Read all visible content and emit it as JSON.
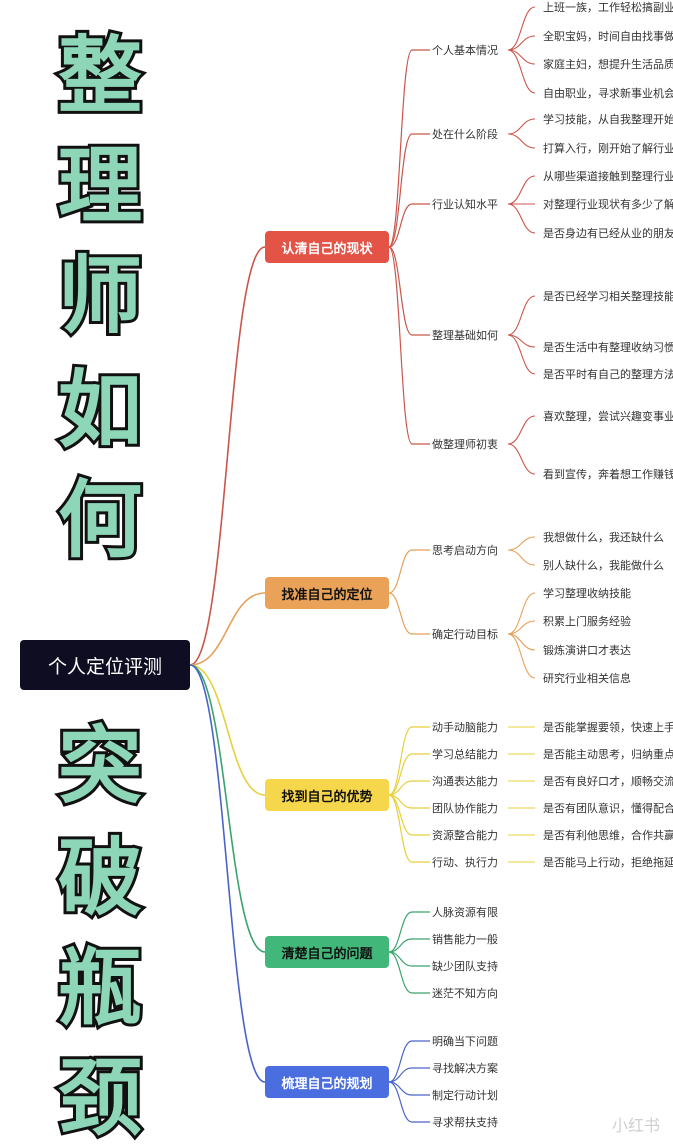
{
  "title_top_chars": [
    "整",
    "理",
    "师",
    "如",
    "何"
  ],
  "title_bottom_chars": [
    "突",
    "破",
    "瓶",
    "颈"
  ],
  "root": "个人定位评测",
  "branches": [
    {
      "label": "认清自己的现状",
      "bg": "#e35346",
      "fg": "#ffffff",
      "line": "#c9564b",
      "subs": [
        {
          "label": "个人基本情况",
          "leaves": [
            "上班一族，工作轻松搞副业",
            "全职宝妈，时间自由找事做",
            "家庭主妇，想提升生活品质",
            "自由职业，寻求新事业机会"
          ]
        },
        {
          "label": "处在什么阶段",
          "leaves": [
            "学习技能，从自我整理开始",
            "打算入行，刚开始了解行业"
          ]
        },
        {
          "label": "行业认知水平",
          "leaves": [
            "从哪些渠道接触到整理行业",
            "对整理行业现状有多少了解",
            "是否身边有已经从业的朋友"
          ]
        },
        {
          "label": "整理基础如何",
          "leaves": [
            "是否已经学习相关整理技能",
            "是否生活中有整理收纳习惯",
            "是否平时有自己的整理方法"
          ]
        },
        {
          "label": "做整理师初衷",
          "leaves": [
            "喜欢整理，尝试兴趣变事业",
            "看到宣传，奔着想工作赚钱"
          ]
        }
      ]
    },
    {
      "label": "找准自己的定位",
      "bg": "#e9a258",
      "fg": "#111111",
      "line": "#e5a15a",
      "subs": [
        {
          "label": "思考启动方向",
          "leaves": [
            "我想做什么，我还缺什么",
            "别人缺什么，我能做什么"
          ]
        },
        {
          "label": "确定行动目标",
          "leaves": [
            "学习整理收纳技能",
            "积累上门服务经验",
            "锻炼演讲口才表达",
            "研究行业相关信息"
          ]
        }
      ]
    },
    {
      "label": "找到自己的优势",
      "bg": "#f6d64a",
      "fg": "#111111",
      "line": "#e8cf3c",
      "subs": [
        {
          "label": "动手动脑能力",
          "leaves": [
            "是否能掌握要领，快速上手"
          ]
        },
        {
          "label": "学习总结能力",
          "leaves": [
            "是否能主动思考，归纳重点"
          ]
        },
        {
          "label": "沟通表达能力",
          "leaves": [
            "是否有良好口才，顺畅交流"
          ]
        },
        {
          "label": "团队协作能力",
          "leaves": [
            "是否有团队意识，懂得配合"
          ]
        },
        {
          "label": "资源整合能力",
          "leaves": [
            "是否有利他思维，合作共赢"
          ]
        },
        {
          "label": "行动、执行力",
          "leaves": [
            "是否能马上行动，拒绝拖延"
          ]
        }
      ]
    },
    {
      "label": "清楚自己的问题",
      "bg": "#41b87a",
      "fg": "#111111",
      "line": "#3aa36e",
      "subs": [
        {
          "label": "人脉资源有限",
          "leaves": []
        },
        {
          "label": "销售能力一般",
          "leaves": []
        },
        {
          "label": "缺少团队支持",
          "leaves": []
        },
        {
          "label": "迷茫不知方向",
          "leaves": []
        }
      ]
    },
    {
      "label": "梳理自己的规划",
      "bg": "#4a6ee0",
      "fg": "#ffffff",
      "line": "#4a63c9",
      "subs": [
        {
          "label": "明确当下问题",
          "leaves": []
        },
        {
          "label": "寻找解决方案",
          "leaves": []
        },
        {
          "label": "制定行动计划",
          "leaves": []
        },
        {
          "label": "寻求帮扶支持",
          "leaves": []
        }
      ]
    }
  ],
  "watermark": "小红书"
}
